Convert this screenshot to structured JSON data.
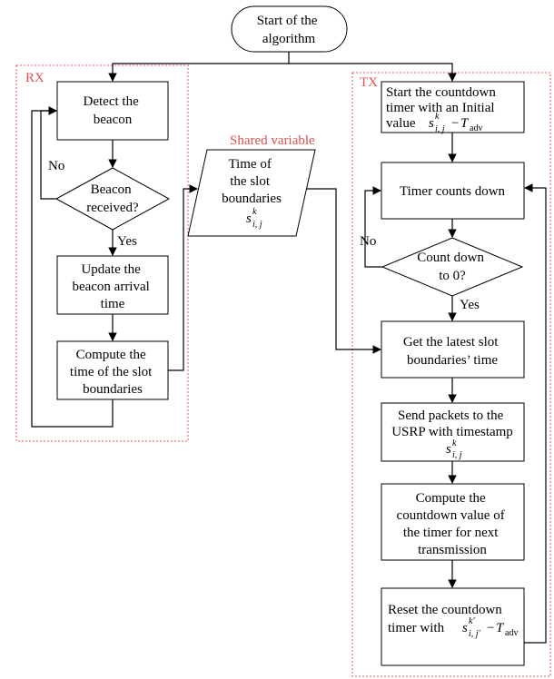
{
  "groups": {
    "rx": "RX",
    "tx": "TX",
    "shared": "Shared variable"
  },
  "nodes": {
    "start": [
      "Start of the",
      "algorithm"
    ],
    "detect": [
      "Detect the",
      "beacon"
    ],
    "beacon_received": [
      "Beacon",
      "received?"
    ],
    "update": [
      "Update the",
      "beacon arrival",
      "time"
    ],
    "compute_slot": [
      "Compute the",
      "time of the slot",
      "boundaries"
    ],
    "shared_var": [
      "Time of",
      "the slot",
      "boundaries"
    ],
    "start_timer": [
      "Start the countdown",
      "timer with an Initial",
      "value"
    ],
    "timer_counts": [
      "Timer counts down"
    ],
    "count_zero": [
      "Count down",
      "to 0?"
    ],
    "get_latest": [
      "Get the latest slot",
      "boundaries’ time"
    ],
    "send_packets": [
      "Send packets to the",
      "USRP with timestamp"
    ],
    "compute_countdown": [
      "Compute the",
      "countdown value of",
      "the timer for next",
      "transmission"
    ],
    "reset_timer": [
      "Reset the countdown",
      "timer with"
    ]
  },
  "math": {
    "s": "s",
    "sub_ij": "i, j",
    "sub_ijp": "i, j′",
    "sup_k": "k",
    "sup_kp": "k′",
    "minus": "−",
    "T": "T",
    "adv": "adv"
  },
  "edge_labels": {
    "no_rx": "No",
    "yes_rx": "Yes",
    "no_tx": "No",
    "yes_tx": "Yes"
  }
}
